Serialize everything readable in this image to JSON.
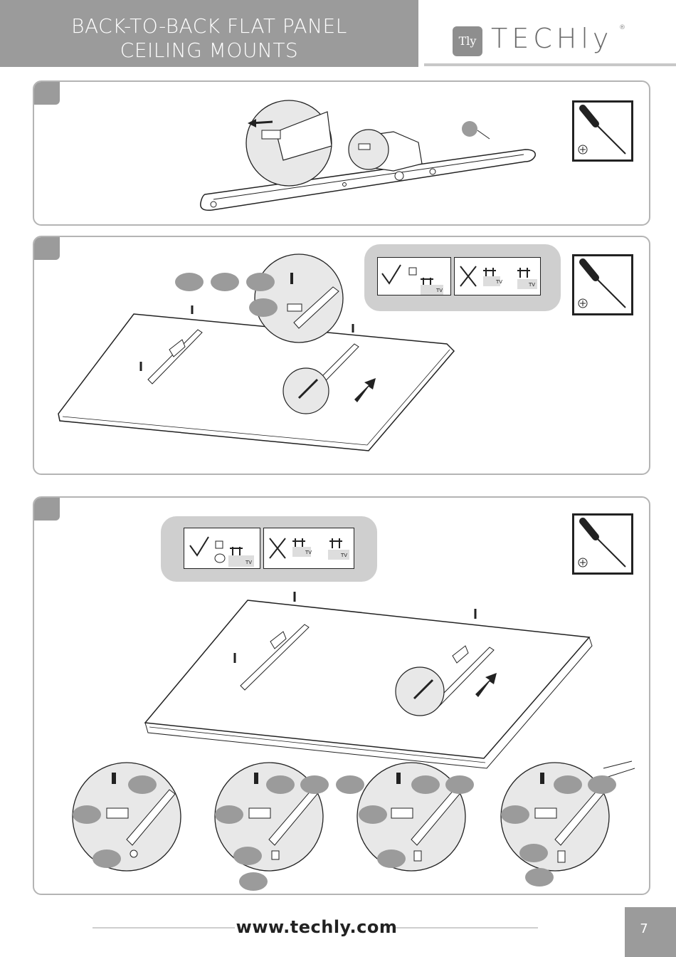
{
  "header": {
    "title_line1": "BACK-TO-BACK FLAT PANEL",
    "title_line2": "CEILING MOUNTS"
  },
  "logo": {
    "badge": "Tly",
    "wordmark": "TECHly",
    "registered": "®"
  },
  "legend": {
    "tv_label": "TV"
  },
  "footer": {
    "url": "www.techly.com",
    "page_number": "7"
  },
  "colors": {
    "band": "#9b9b9b",
    "border": "#b4b4b4",
    "callout": "#cfcfcf"
  }
}
